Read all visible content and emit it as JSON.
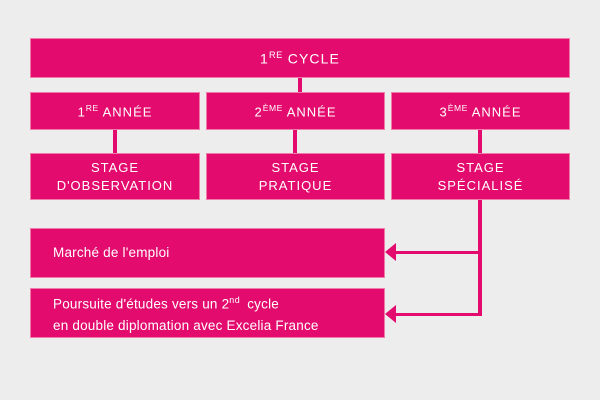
{
  "diagram": {
    "title_bar": {
      "label_main": "CYCLE",
      "number": "1",
      "sup": "RE"
    },
    "years": [
      {
        "number": "1",
        "sup": "RE",
        "label": "ANNÉE"
      },
      {
        "number": "2",
        "sup": "ÈME",
        "label": "ANNÉE"
      },
      {
        "number": "3",
        "sup": "ÈME",
        "label": "ANNÉE"
      }
    ],
    "stages": [
      {
        "line1": "STAGE",
        "line2": "D'OBSERVATION"
      },
      {
        "line1": "STAGE",
        "line2": "PRATIQUE"
      },
      {
        "line1": "STAGE",
        "line2": "SPÉCIALISÉ"
      }
    ],
    "outcomes": [
      {
        "line1_pre": "Marché de l'emploi",
        "line1_sup": "",
        "line1_post": "",
        "line2": ""
      },
      {
        "line1_pre": "Poursuite d'études vers un 2",
        "line1_sup": "nd",
        "line1_post": "cycle",
        "line2": "en double diplomation avec Excelia France"
      }
    ],
    "colors": {
      "background": "#ededed",
      "box_fill": "#e30b6d",
      "box_border": "#f07ba8",
      "text": "#ffffff",
      "connector": "#e30b6d"
    }
  }
}
